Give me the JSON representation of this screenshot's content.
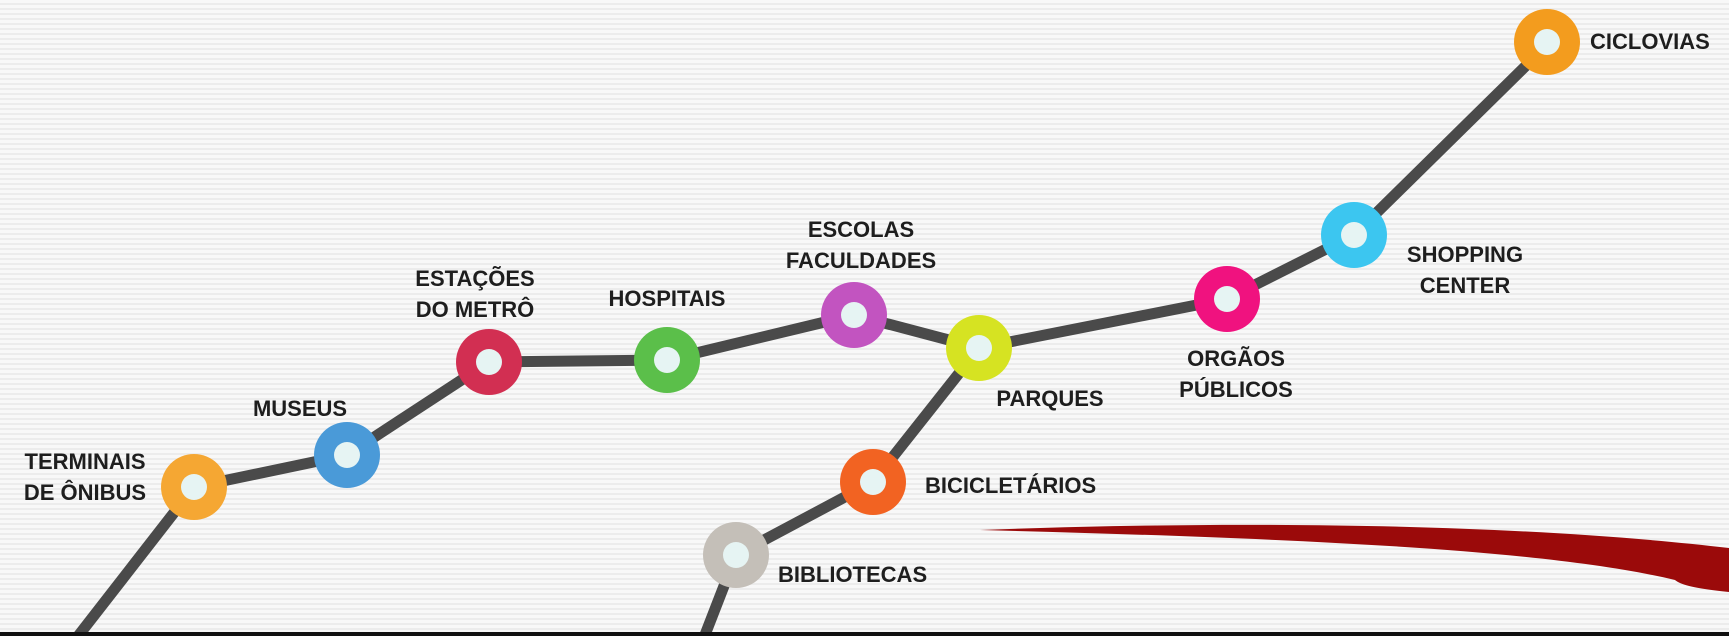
{
  "diagram": {
    "colors": {
      "line": "#4a4a4a",
      "swoosh": "#9b0a0a",
      "station_center": "#e6f4f3"
    },
    "stations": {
      "terminais": {
        "lines": [
          "TERMINAIS",
          "DE ÔNIBUS"
        ],
        "color": "#f5a733"
      },
      "museus": {
        "lines": [
          "MUSEUS"
        ],
        "color": "#4a9ad8"
      },
      "estacoes": {
        "lines": [
          "ESTAÇÕES",
          "DO METRÔ"
        ],
        "color": "#d22f52"
      },
      "hospitais": {
        "lines": [
          "HOSPITAIS"
        ],
        "color": "#5bbf4a"
      },
      "escolas": {
        "lines": [
          "ESCOLAS",
          "FACULDADES"
        ],
        "color": "#c254c0"
      },
      "parques": {
        "lines": [
          "PARQUES"
        ],
        "color": "#d6e322"
      },
      "orgaos": {
        "lines": [
          "ORGÃOS",
          "PÚBLICOS"
        ],
        "color": "#f0127f"
      },
      "shopping": {
        "lines": [
          "SHOPPING",
          "CENTER"
        ],
        "color": "#3cc6f0"
      },
      "ciclovias": {
        "lines": [
          "CICLOVIAS"
        ],
        "color": "#f39c1e"
      },
      "bicicletarios": {
        "lines": [
          "BICICLETÁRIOS"
        ],
        "color": "#f26322"
      },
      "bibliotecas": {
        "lines": [
          "BIBLIOTECAS"
        ],
        "color": "#c4bfb8"
      }
    }
  }
}
